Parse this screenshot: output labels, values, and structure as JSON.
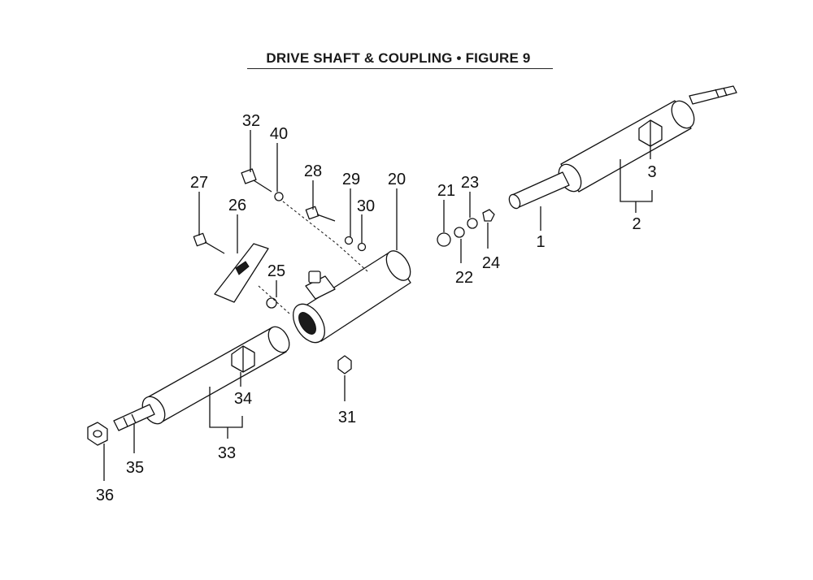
{
  "title": "DRIVE SHAFT & COUPLING  •  FIGURE 9",
  "callouts": [
    "1",
    "2",
    "3",
    "20",
    "21",
    "22",
    "23",
    "24",
    "25",
    "26",
    "27",
    "28",
    "29",
    "30",
    "31",
    "32",
    "33",
    "34",
    "35",
    "36",
    "40"
  ]
}
